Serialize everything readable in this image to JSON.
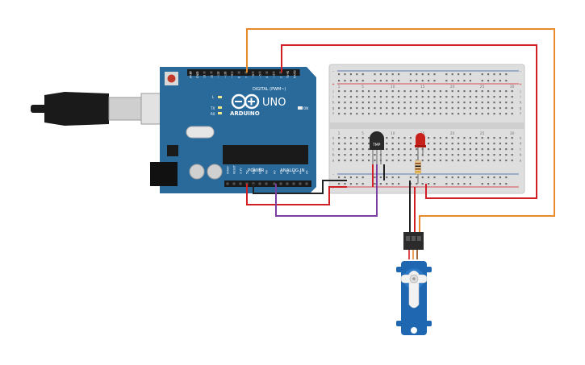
{
  "board": {
    "brand": "ARDUINO",
    "model": "UNO",
    "digital_label": "DIGITAL (PWM~)",
    "power_label": "POWER",
    "analog_label": "ANALOG IN",
    "on_label": "ON",
    "tx_label": "TX",
    "rx_label": "RX",
    "l_label": "L",
    "digital_pins": [
      "AREF",
      "GND",
      "13",
      "12",
      "~11",
      "~10",
      "~9",
      "8",
      "7",
      "~6",
      "~5",
      "4",
      "~3",
      "2",
      "TX→1",
      "RX←0"
    ],
    "power_pins": [
      "IOREF",
      "RESET",
      "3.3V",
      "5V",
      "GND",
      "GND",
      "Vin"
    ],
    "analog_pins": [
      "A0",
      "A1",
      "A2",
      "A3",
      "A4",
      "A5"
    ]
  },
  "breadboard": {
    "row_letters_top": [
      "j",
      "i",
      "h",
      "g",
      "f"
    ],
    "row_letters_bottom": [
      "e",
      "d",
      "c",
      "b",
      "a"
    ],
    "column_numbers": [
      "1",
      "5",
      "10",
      "15",
      "20",
      "25",
      "30"
    ],
    "rail_plus": "+",
    "rail_minus": "-"
  },
  "components": {
    "sensor_label": "TMP"
  },
  "colors": {
    "board": "#2a6a9b",
    "breadboard": "#dedede",
    "wire_orange": "#e8892b",
    "wire_red": "#d11f26",
    "wire_black": "#222222",
    "wire_purple": "#7b3fa1",
    "servo": "#1f67b1",
    "led": "#c8201b"
  }
}
